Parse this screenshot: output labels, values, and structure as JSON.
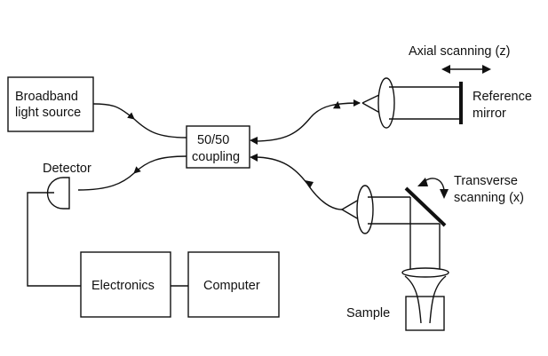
{
  "labels": {
    "source_line1": "Broadband",
    "source_line2": "light source",
    "coupler_line1": "50/50",
    "coupler_line2": "coupling",
    "detector": "Detector",
    "electronics": "Electronics",
    "computer": "Computer",
    "axial": "Axial scanning (z)",
    "reference_line1": "Reference",
    "reference_line2": "mirror",
    "transverse_line1": "Transverse",
    "transverse_line2": "scanning (x)",
    "sample": "Sample"
  }
}
